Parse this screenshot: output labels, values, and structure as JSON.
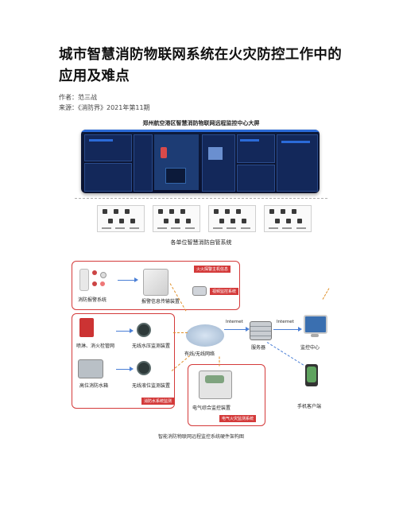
{
  "article": {
    "title": "城市智慧消防物联网系统在火灾防控工作中的应用及难点",
    "author": "作者：范三战",
    "source": "来源：《消防界》2021年第11期"
  },
  "figure": {
    "dashboard_title": "郑州航空港区智慧消防物联网远程监控中心大屏",
    "units_label": "各单位智慧消防自管系统",
    "labels": {
      "fire_alarm": "消防报警系统",
      "alarm_transmit": "报警信息传输装置",
      "fire_host": "火火探警主机信息",
      "video": "视频监控系统",
      "sprinkler": "喷淋、消火栓管网",
      "water_pressure": "无线水压监测装置",
      "tank": "高位消防水箱",
      "water_level": "无线液位监测装置",
      "fire_water": "消防水系统监测",
      "network": "有线/无线网络",
      "internet1": "Internet",
      "internet2": "Internet",
      "server": "服务器",
      "monitor": "监控中心",
      "mobile": "手机客户端",
      "electric_monitor": "电气综合监控装置",
      "electric_fire": "电气火灾监测系统"
    },
    "caption": "智能消防物联网远程监控系统硬件架构图"
  }
}
